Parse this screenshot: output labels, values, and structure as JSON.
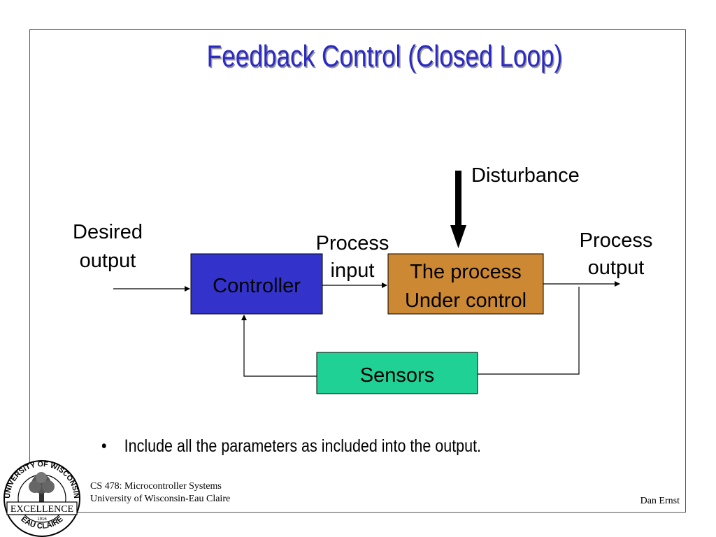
{
  "slide": {
    "title": "Feedback Control (Closed Loop)"
  },
  "diagram": {
    "blocks": {
      "controller": "Controller",
      "process_line1": "The process",
      "process_line2": "Under control",
      "sensors": "Sensors"
    },
    "labels": {
      "desired_line1": "Desired",
      "desired_line2": "output",
      "process_input_line1": "Process",
      "process_input_line2": "input",
      "process_output_line1": "Process",
      "process_output_line2": "output",
      "disturbance": "Disturbance"
    },
    "colors": {
      "controller_fill": "#3333cc",
      "process_fill": "#cc8833",
      "sensors_fill": "#1fd195",
      "title_color": "#2b2bc4"
    }
  },
  "bullets": [
    "Include all the parameters as included into the output."
  ],
  "footer": {
    "course_line1": "CS 478: Microcontroller Systems",
    "course_line2": "University of Wisconsin-Eau Claire",
    "author": "Dan Ernst"
  },
  "logo": {
    "icon": "university-seal-icon",
    "text_top": "UNIVERSITY OF WISCONSIN",
    "text_middle": "EXCELLENCE",
    "text_bottom": "EAU CLAIRE",
    "year": "1916"
  }
}
